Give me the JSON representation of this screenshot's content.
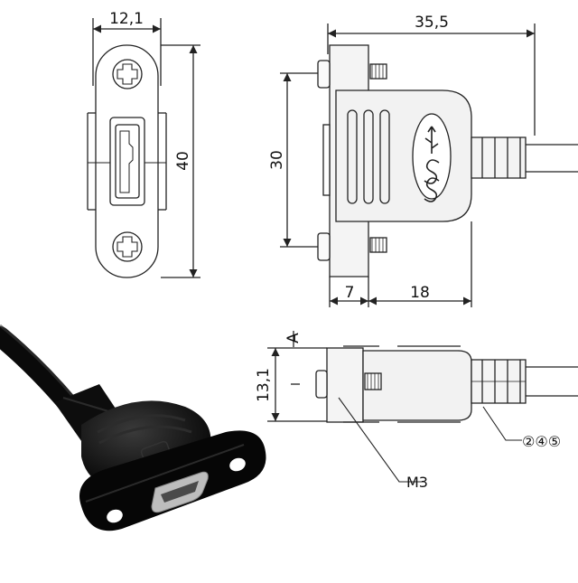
{
  "dimensions": {
    "front_width": "12,1",
    "front_height": "40",
    "side_length": "35,5",
    "side_height": "30",
    "flange_width": "7",
    "body_length": "18",
    "top_height": "13,1"
  },
  "labels": {
    "section": "A",
    "screw": "M3",
    "callout": "②④⑤"
  },
  "colors": {
    "line": "#222222",
    "part_fill": "#f2f2f2",
    "rubber": "#111111"
  }
}
